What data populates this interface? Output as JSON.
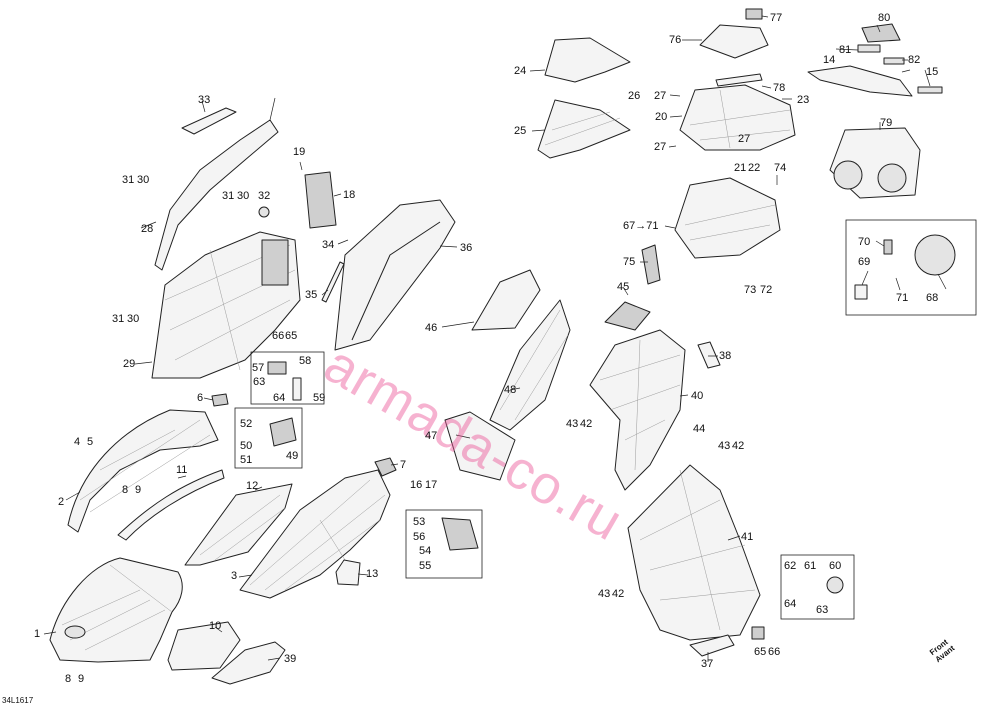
{
  "watermark": "armada-co.ru",
  "drawing_code": "34L1617",
  "direction": {
    "line1": "Front",
    "line2": "Avant"
  },
  "labels": {
    "l1": "1",
    "l2": "2",
    "l3": "3",
    "l4": "4",
    "l5": "5",
    "l6": "6",
    "l7": "7",
    "l8": "8",
    "l9": "9",
    "l10": "10",
    "l11": "11",
    "l12": "12",
    "l13": "13",
    "l14": "14",
    "l15": "15",
    "l16": "16",
    "l17": "17",
    "l18": "18",
    "l19": "19",
    "l20": "20",
    "l21": "21",
    "l22": "22",
    "l23": "23",
    "l24": "24",
    "l25": "25",
    "l26": "26",
    "l27": "27",
    "l28": "28",
    "l29": "29",
    "l30": "30",
    "l31": "31",
    "l32": "32",
    "l33": "33",
    "l34": "34",
    "l35": "35",
    "l36": "36",
    "l37": "37",
    "l38": "38",
    "l39": "39",
    "l40": "40",
    "l41": "41",
    "l42": "42",
    "l43": "43",
    "l44": "44",
    "l45": "45",
    "l46": "46",
    "l47": "47",
    "l48": "48",
    "l49": "49",
    "l50": "50",
    "l51": "51",
    "l52": "52",
    "l53": "53",
    "l54": "54",
    "l55": "55",
    "l56": "56",
    "l57": "57",
    "l58": "58",
    "l59": "59",
    "l60": "60",
    "l61": "61",
    "l62": "62",
    "l63": "63",
    "l64": "64",
    "l65": "65",
    "l66": "66",
    "l67": "67",
    "l68": "68",
    "l69": "69",
    "l70": "70",
    "l71": "71",
    "l72": "72",
    "l73": "73",
    "l74": "74",
    "l75": "75",
    "l76": "76",
    "l77": "77",
    "l78": "78",
    "l79": "79",
    "l80": "80",
    "l81": "81",
    "l82": "82",
    "arrow6771": "67→71"
  }
}
